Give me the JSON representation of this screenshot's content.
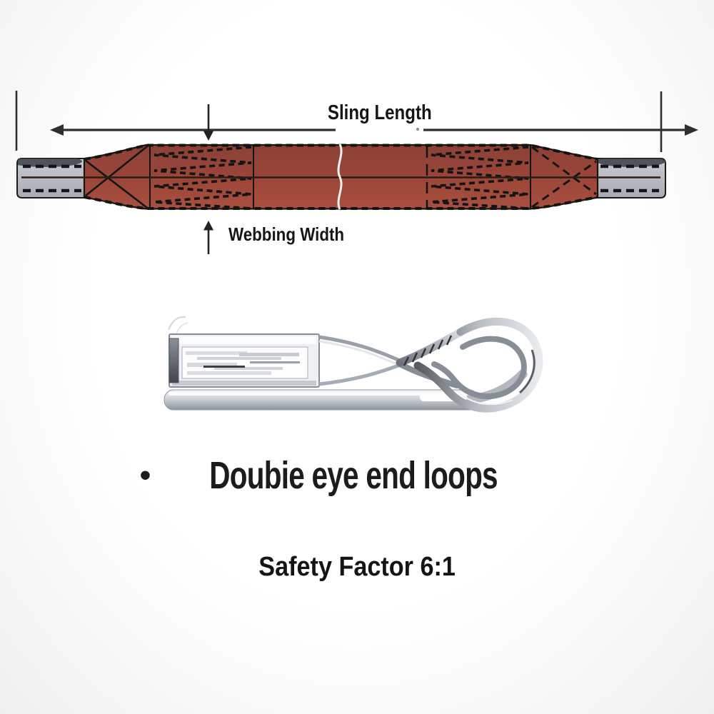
{
  "page": {
    "background_color": "#fafafa"
  },
  "sling_diagram": {
    "length_label": "Sling Length",
    "width_label": "Webbing Width",
    "icons": {
      "dimension_arrow": "double-headed-horizontal-arrow",
      "width_pointer_top": "down-arrow",
      "width_pointer_bottom": "up-arrow"
    },
    "colors": {
      "webbing_red": "#9c4639",
      "webbing_red_dark": "#8c4136",
      "webbing_red_light": "#a85040",
      "eye_gray_light": "#c9ccd1",
      "eye_gray_dark": "#a8abb2",
      "eye_shadow": "#3f434a",
      "outline_black": "#1b130e",
      "stitch_black": "#141414",
      "center_line": "#2a1d16",
      "break_line_white": "#f4f2ef",
      "arrow_black": "#2e2e2e"
    }
  },
  "fitting": {
    "image_name": "double-eye-end-loop-photo",
    "bullet": "•",
    "caption": "Doubie eye end loops",
    "metal_colors": {
      "highlight": "#ffffff",
      "light": "#eef0f2",
      "mid": "#c7ccd1",
      "dark": "#6d737c",
      "deep": "#41464d"
    }
  },
  "footer": {
    "safety_label": "Safety Factor 6:1"
  }
}
